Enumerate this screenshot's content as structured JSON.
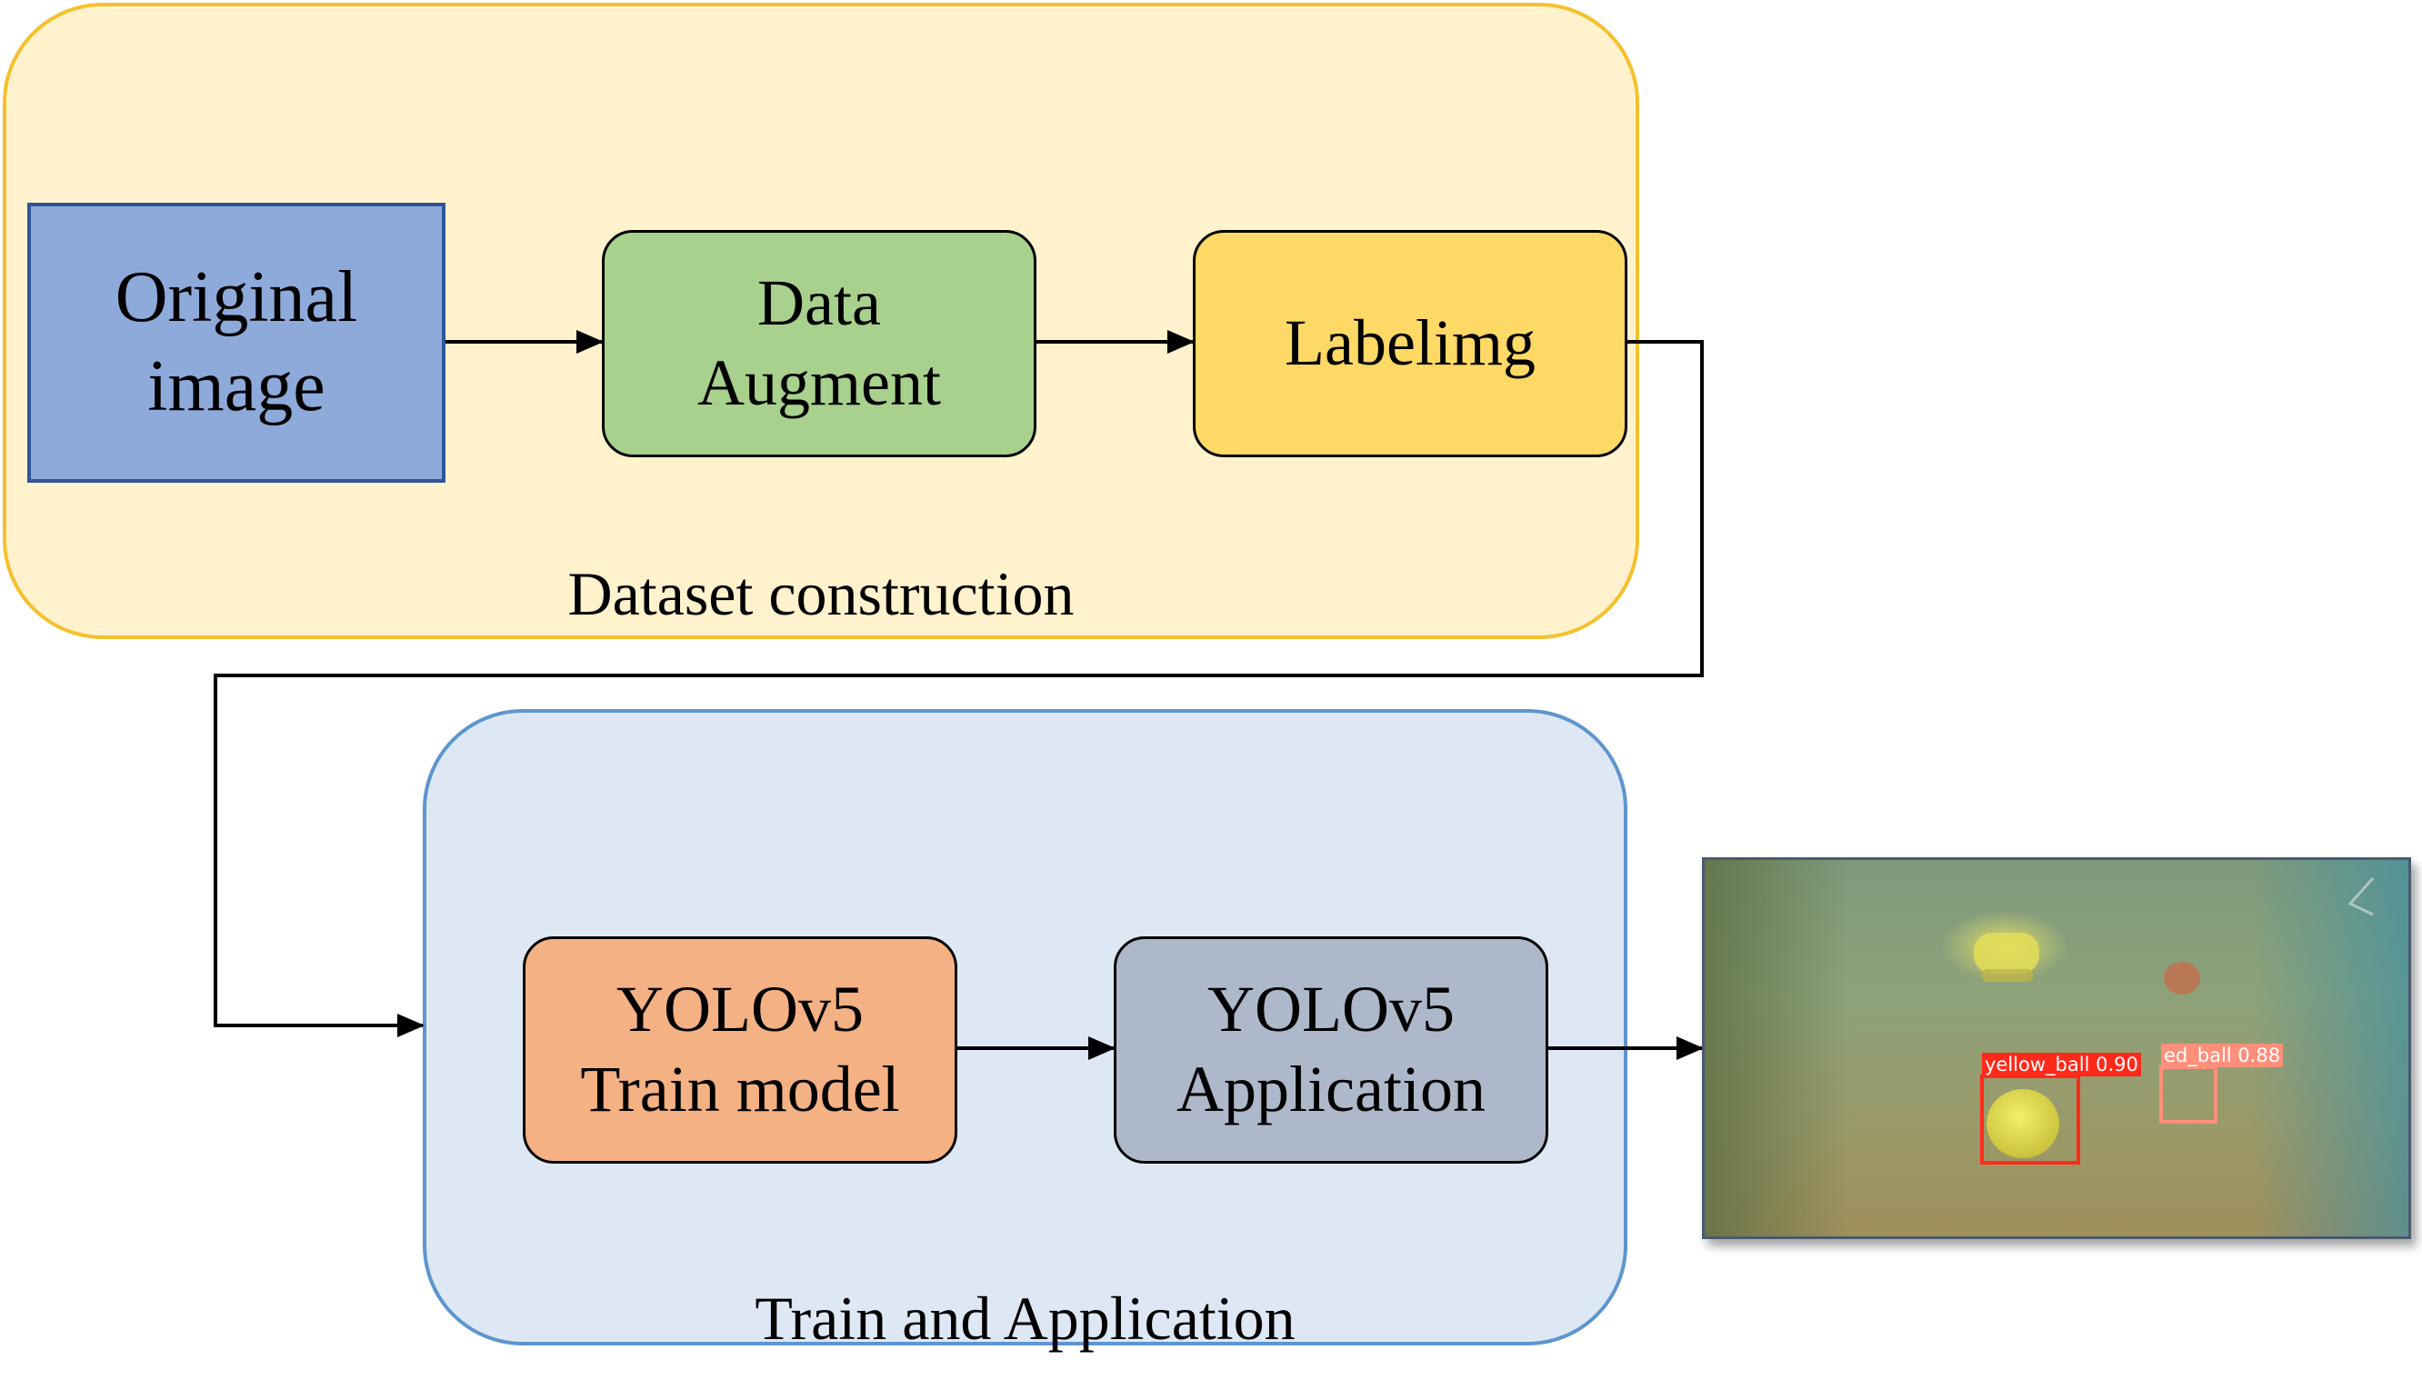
{
  "groups": {
    "dataset": {
      "label": "Dataset construction"
    },
    "train": {
      "label": "Train and Application"
    }
  },
  "nodes": {
    "original": {
      "line1": "Original",
      "line2": "image"
    },
    "augment": {
      "line1": "Data",
      "line2": "Augment"
    },
    "labelimg": {
      "line1": "Labelimg"
    },
    "yolo_train": {
      "line1": "YOLOv5",
      "line2": "Train model"
    },
    "yolo_app": {
      "line1": "YOLOv5",
      "line2": "Application"
    }
  },
  "detections": [
    {
      "label": "yellow_ball 0.90"
    },
    {
      "label": "ed_ball 0.88"
    }
  ],
  "colors": {
    "dataset_bg": "#fff2cc",
    "train_bg": "#dee8f4",
    "original": "#8eaadb",
    "augment": "#a9d18e",
    "labelimg": "#ffd966",
    "yolo_train": "#f4b183",
    "yolo_app": "#adb9ca"
  }
}
